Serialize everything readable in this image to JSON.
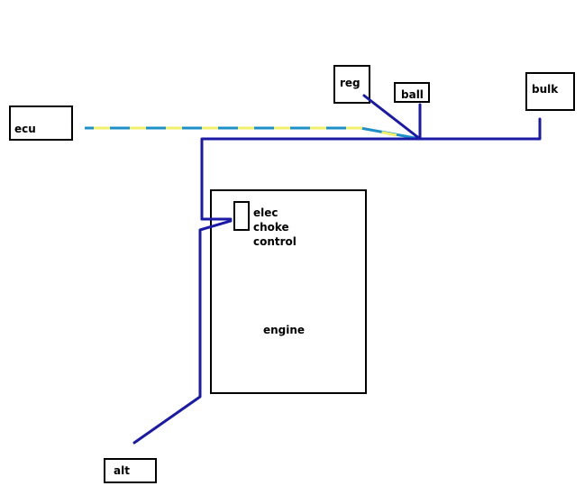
{
  "labels": {
    "ecu": "ecu",
    "reg": "reg",
    "ball": "ball",
    "bulk": "bulk",
    "elec_line1": "elec",
    "elec_line2": "choke",
    "elec_line3": "control",
    "engine": "engine",
    "alt": "alt"
  },
  "colors": {
    "wire_blue": "#1a1aa6",
    "wire_stripe_blue": "#1e90c8",
    "wire_stripe_yellow": "#f2ef6a",
    "box_outline": "#000000"
  }
}
